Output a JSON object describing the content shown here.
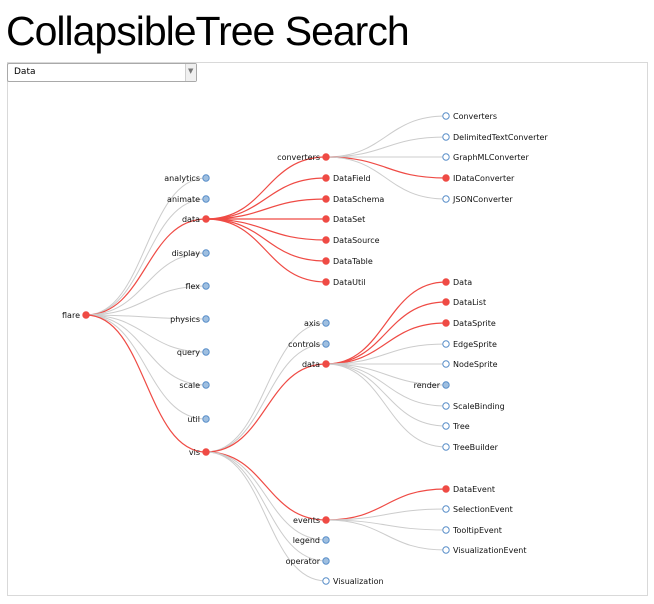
{
  "page": {
    "title": "CollapsibleTree Search"
  },
  "search": {
    "selected": "Data",
    "arrow_icon": "chevron-down-icon"
  },
  "colors": {
    "highlight": "#ef4b45",
    "link": "#cccccc",
    "collapsed_fill": "#9fbfe0",
    "node_stroke": "#5a8fc9",
    "leaf_fill": "#ffffff"
  },
  "tree": {
    "name": "flare",
    "state": "highlight",
    "children": [
      {
        "name": "analytics",
        "state": "collapsed"
      },
      {
        "name": "animate",
        "state": "collapsed"
      },
      {
        "name": "data",
        "state": "highlight",
        "children": [
          {
            "name": "converters",
            "state": "highlight",
            "children": [
              {
                "name": "Converters",
                "state": "leaf"
              },
              {
                "name": "DelimitedTextConverter",
                "state": "leaf"
              },
              {
                "name": "GraphMLConverter",
                "state": "leaf"
              },
              {
                "name": "IDataConverter",
                "state": "highlight"
              },
              {
                "name": "JSONConverter",
                "state": "leaf"
              }
            ]
          },
          {
            "name": "DataField",
            "state": "highlight"
          },
          {
            "name": "DataSchema",
            "state": "highlight"
          },
          {
            "name": "DataSet",
            "state": "highlight"
          },
          {
            "name": "DataSource",
            "state": "highlight"
          },
          {
            "name": "DataTable",
            "state": "highlight"
          },
          {
            "name": "DataUtil",
            "state": "highlight"
          }
        ]
      },
      {
        "name": "display",
        "state": "collapsed"
      },
      {
        "name": "flex",
        "state": "collapsed"
      },
      {
        "name": "physics",
        "state": "collapsed"
      },
      {
        "name": "query",
        "state": "collapsed"
      },
      {
        "name": "scale",
        "state": "collapsed"
      },
      {
        "name": "util",
        "state": "collapsed"
      },
      {
        "name": "vis",
        "state": "highlight",
        "children": [
          {
            "name": "axis",
            "state": "collapsed"
          },
          {
            "name": "controls",
            "state": "collapsed"
          },
          {
            "name": "data",
            "state": "highlight",
            "children": [
              {
                "name": "Data",
                "state": "highlight"
              },
              {
                "name": "DataList",
                "state": "highlight"
              },
              {
                "name": "DataSprite",
                "state": "highlight"
              },
              {
                "name": "EdgeSprite",
                "state": "leaf"
              },
              {
                "name": "NodeSprite",
                "state": "leaf"
              },
              {
                "name": "render",
                "state": "collapsed"
              },
              {
                "name": "ScaleBinding",
                "state": "leaf"
              },
              {
                "name": "Tree",
                "state": "leaf"
              },
              {
                "name": "TreeBuilder",
                "state": "leaf"
              }
            ]
          },
          {
            "name": "events",
            "state": "highlight",
            "children": [
              {
                "name": "DataEvent",
                "state": "highlight"
              },
              {
                "name": "SelectionEvent",
                "state": "leaf"
              },
              {
                "name": "TooltipEvent",
                "state": "leaf"
              },
              {
                "name": "VisualizationEvent",
                "state": "leaf"
              }
            ]
          },
          {
            "name": "legend",
            "state": "collapsed"
          },
          {
            "name": "operator",
            "state": "collapsed"
          },
          {
            "name": "Visualization",
            "state": "leaf"
          }
        ]
      }
    ]
  }
}
